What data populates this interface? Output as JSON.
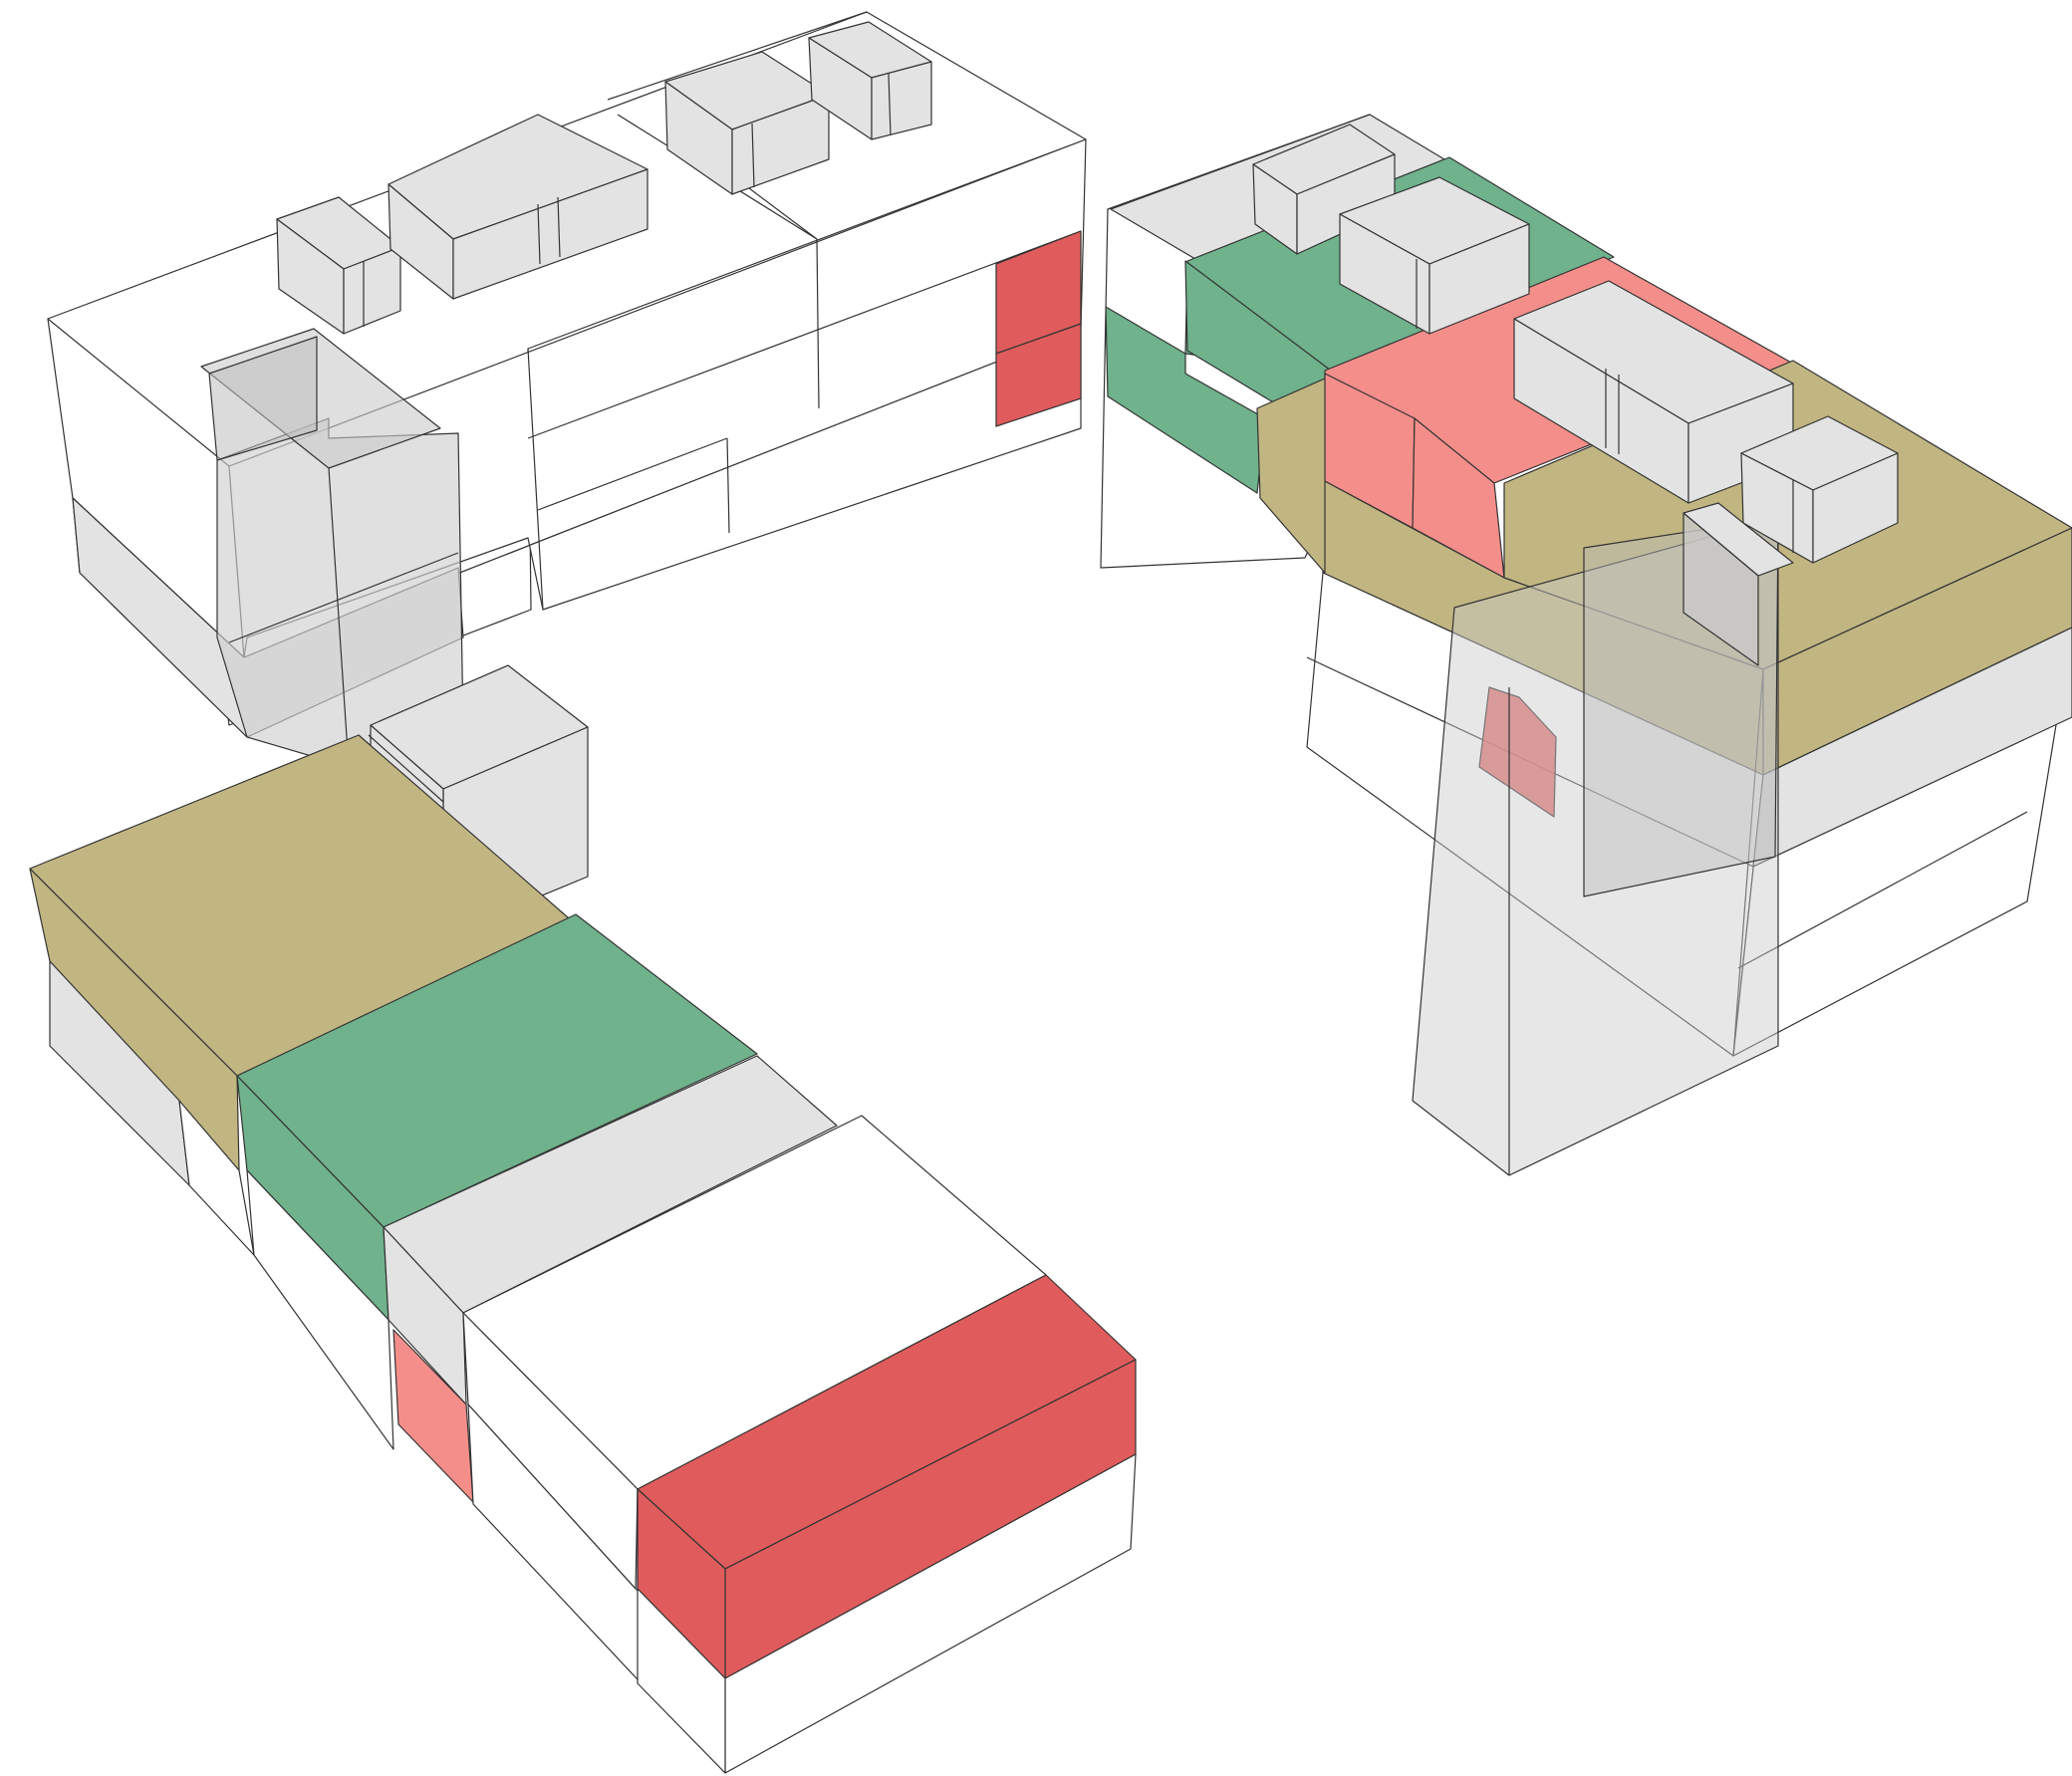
{
  "diagram": {
    "kind": "axonometric-building-massing",
    "text_labels": [],
    "legend": {
      "colors": {
        "red": "#e05c5c",
        "pink": "#f48e8a",
        "green": "#6fb28c",
        "olive": "#c1b682",
        "gray": "#e3e3e3",
        "gray_dark": "#c9c9c9",
        "white": "#ffffff",
        "outline": "#333333"
      }
    },
    "blocks": [
      {
        "name": "north-block",
        "zones": [
          "white",
          "red",
          "gray"
        ]
      },
      {
        "name": "east-block",
        "zones": [
          "green",
          "pink",
          "olive",
          "red",
          "white",
          "gray"
        ]
      },
      {
        "name": "south-block",
        "zones": [
          "olive",
          "green",
          "gray",
          "pink",
          "red",
          "white"
        ]
      }
    ]
  }
}
